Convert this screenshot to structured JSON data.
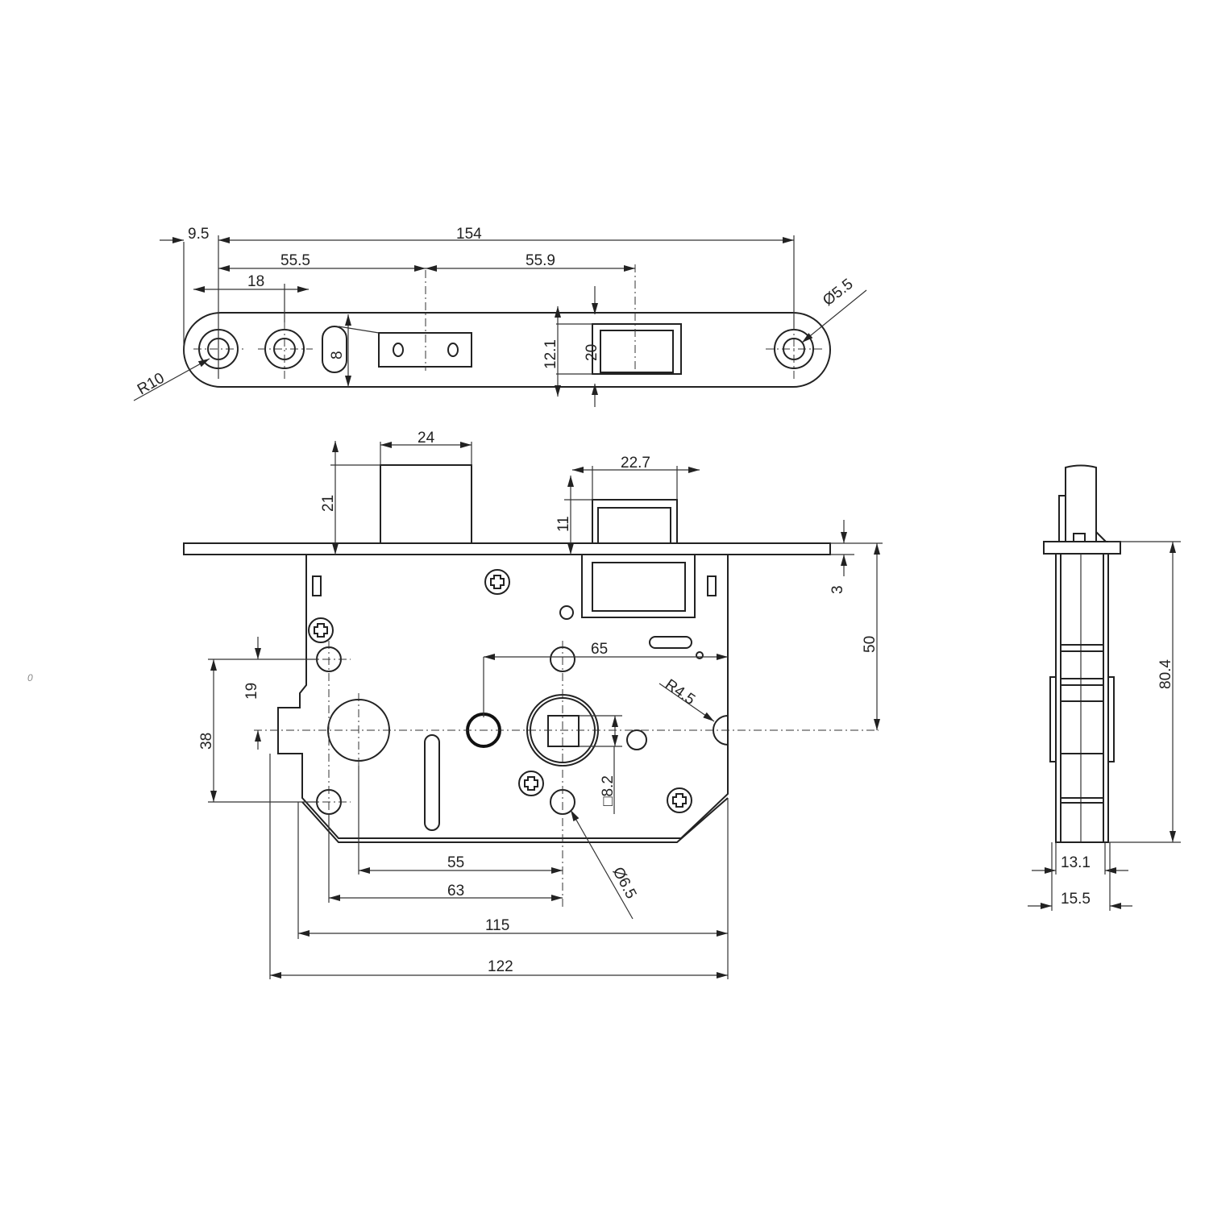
{
  "faceplate_view": {
    "dims": {
      "d9_5": "9.5",
      "d154": "154",
      "d55_5": "55.5",
      "d55_9": "55.9",
      "d18": "18",
      "d8": "8",
      "d12_1": "12.1",
      "d20": "20",
      "r10": "R10",
      "dia5_5": "Ø5.5"
    }
  },
  "front_view": {
    "dims": {
      "d24": "24",
      "d22_7": "22.7",
      "d21": "21",
      "d11": "11",
      "d3": "3",
      "d50": "50",
      "d65": "65",
      "r4_5": "R4.5",
      "d19": "19",
      "d38": "38",
      "sq8_2": "□8.2",
      "dia6_5": "Ø6.5",
      "d55": "55",
      "d63": "63",
      "d115": "115",
      "d122": "122"
    }
  },
  "side_view": {
    "dims": {
      "d80_4": "80.4",
      "d13_1": "13.1",
      "d15_5": "15.5"
    }
  },
  "stray_mark": "0",
  "colors": {
    "line": "#222222",
    "background": "#ffffff"
  }
}
